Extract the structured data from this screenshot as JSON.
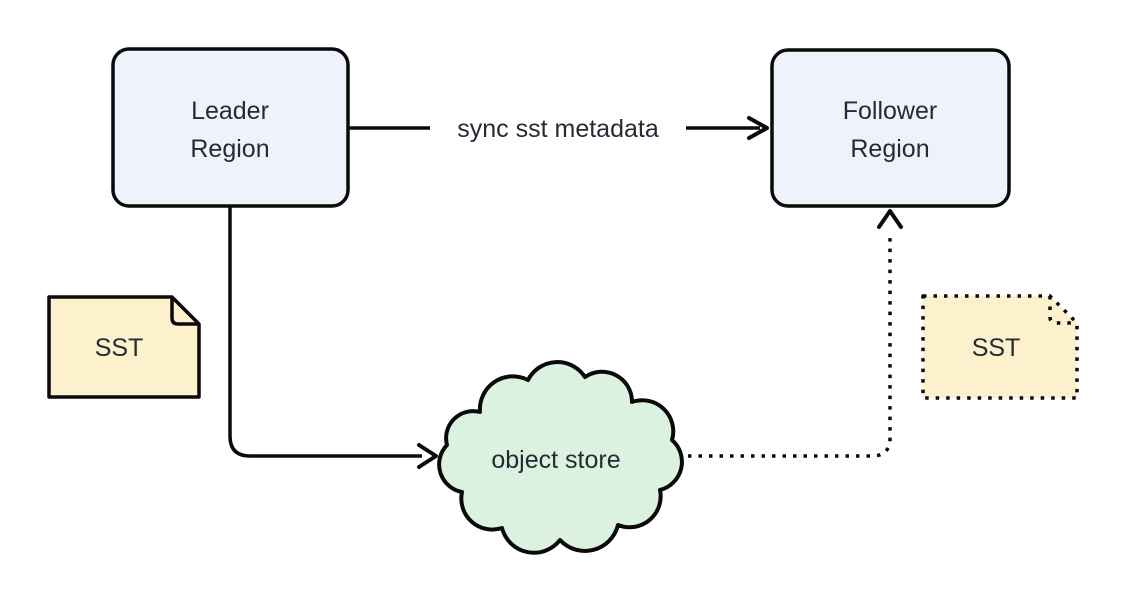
{
  "diagram": {
    "colors": {
      "background": "#ffffff",
      "stroke_color": "#0a0a0a",
      "text_color": "#262b33",
      "region_fill": "#edf2fb",
      "note_fill": "#fcf0cd",
      "cloud_fill": "#dcf2e1"
    },
    "nodes": {
      "leader_region": {
        "label": "Leader Region",
        "label_lines": [
          "Leader",
          "Region"
        ],
        "fill": "#edf2fb",
        "border_style": "solid"
      },
      "follower_region": {
        "label": "Follower Region",
        "label_lines": [
          "Follower",
          "Region"
        ],
        "fill": "#edf2fb",
        "border_style": "solid"
      },
      "sst_left": {
        "label": "SST",
        "fill": "#fcf0cd",
        "border_style": "solid"
      },
      "sst_right": {
        "label": "SST",
        "fill": "#fcf0cd",
        "border_style": "dotted"
      },
      "object_store": {
        "label": "object store",
        "fill": "#dcf2e1",
        "border_style": "solid"
      }
    },
    "edges": {
      "sync": {
        "label": "sync sst metadata",
        "from": "Leader Region",
        "to": "Follower Region",
        "style": "solid"
      },
      "leader_to_store": {
        "label": "",
        "from": "Leader Region",
        "to": "object store",
        "style": "solid"
      },
      "store_to_follower": {
        "label": "",
        "from": "object store",
        "to": "Follower Region",
        "style": "dotted"
      }
    }
  }
}
